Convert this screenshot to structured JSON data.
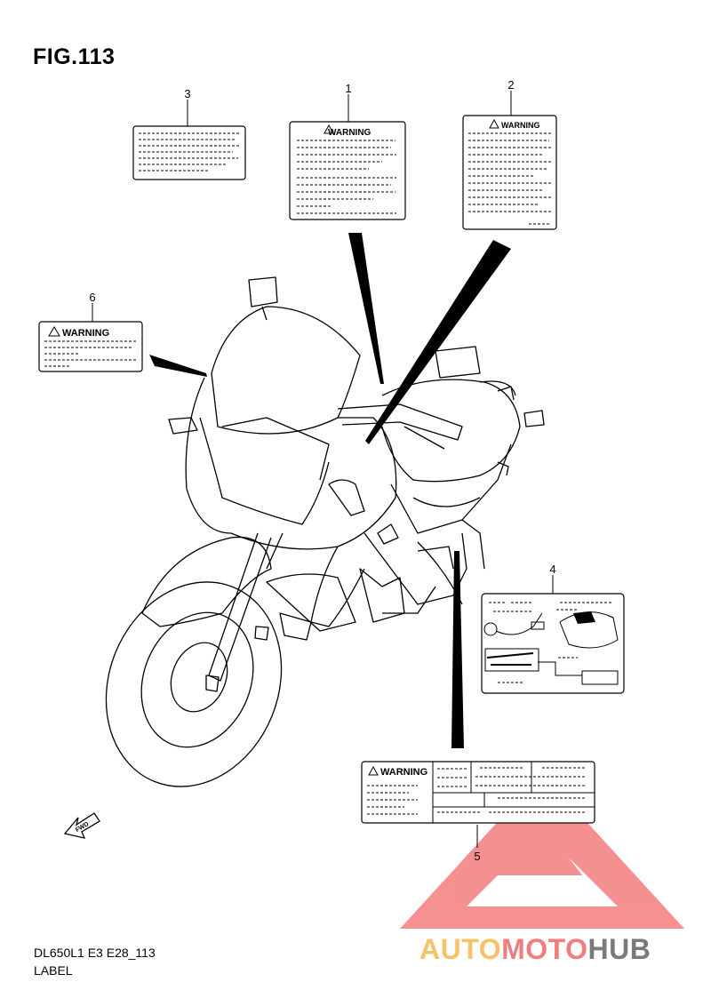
{
  "figure": {
    "title": "FIG.113",
    "footer_code": "DL650L1 E3 E28_113",
    "footer_label": "LABEL"
  },
  "callouts": [
    "1",
    "2",
    "3",
    "4",
    "5",
    "6"
  ],
  "labels": {
    "warning_text": "WARNING",
    "fwd_text": "FWD"
  },
  "watermark": {
    "part1": "AUTO",
    "part2": "MOTO",
    "part3": "HUB",
    "colors": {
      "auto": "#f5c26b",
      "moto": "#f07e7e",
      "hub": "#7a7a7a",
      "logo": "#f26c6c"
    }
  }
}
